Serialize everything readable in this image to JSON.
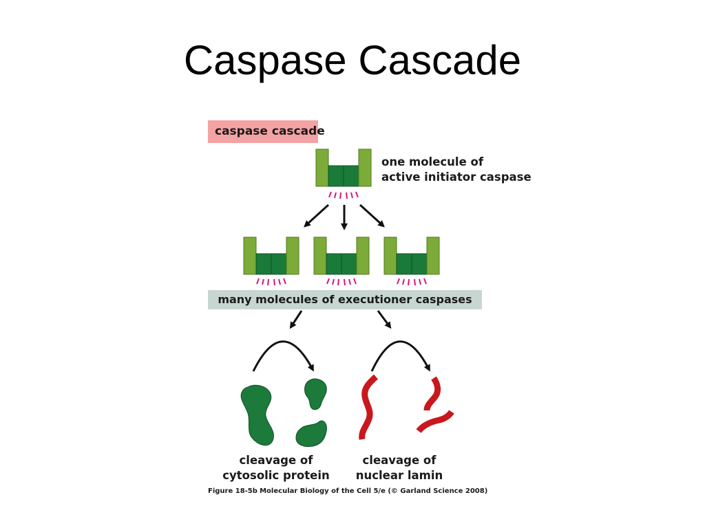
{
  "slide": {
    "title": "Caspase Cascade"
  },
  "figure": {
    "heading": "caspase cascade",
    "initiator_label_line1": "one molecule of",
    "initiator_label_line2": "active initiator caspase",
    "executioner_label": "many molecules of executioner caspases",
    "cytosolic_label_line1": "cleavage of",
    "cytosolic_label_line2": "cytosolic protein",
    "lamin_label_line1": "cleavage of",
    "lamin_label_line2": "nuclear lamin",
    "caption_fig": "Figure 18-5b",
    "caption_text": "Molecular Biology of the Cell 5/e (© Garland Science 2008)"
  },
  "colors": {
    "caspase_light_green": "#7cab3a",
    "caspase_dark_green": "#1a7a3a",
    "active_site_magenta": "#d6157a",
    "protein_green": "#1c7a3a",
    "lamin_red": "#c8181e",
    "heading_bg": "#f4a3a5",
    "executioner_bg": "#c8d6d2"
  }
}
